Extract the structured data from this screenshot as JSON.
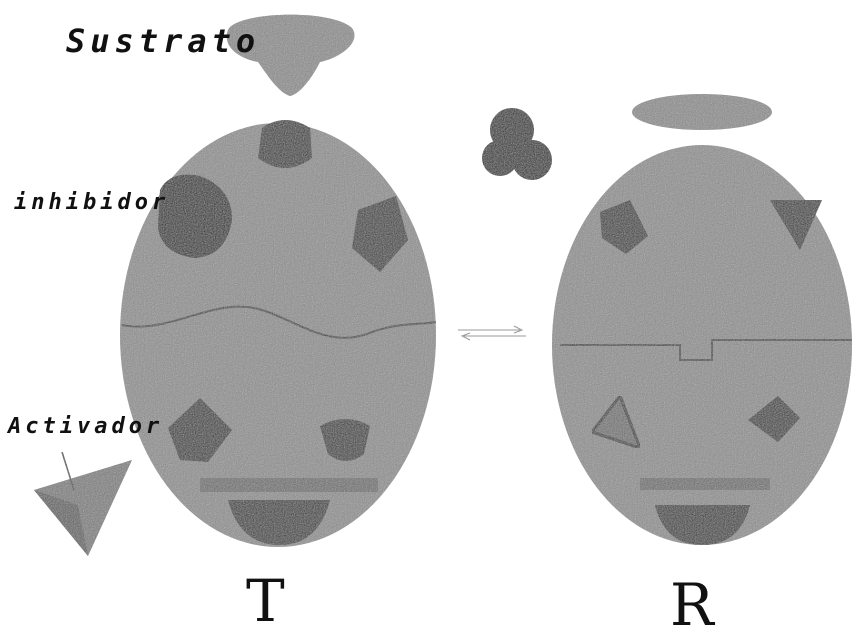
{
  "labels": {
    "substrate": "Sustrato",
    "inhibitor": "inhibidor",
    "activator": "Activador"
  },
  "states": {
    "tense": "T",
    "relaxed": "R"
  },
  "colors": {
    "enzyme_body": "#8d8d8d",
    "site_dark": "#2b2b2b",
    "inhibitor": "#161616",
    "substrate": "#8a8a8a",
    "activator": "#7a7a7a"
  }
}
